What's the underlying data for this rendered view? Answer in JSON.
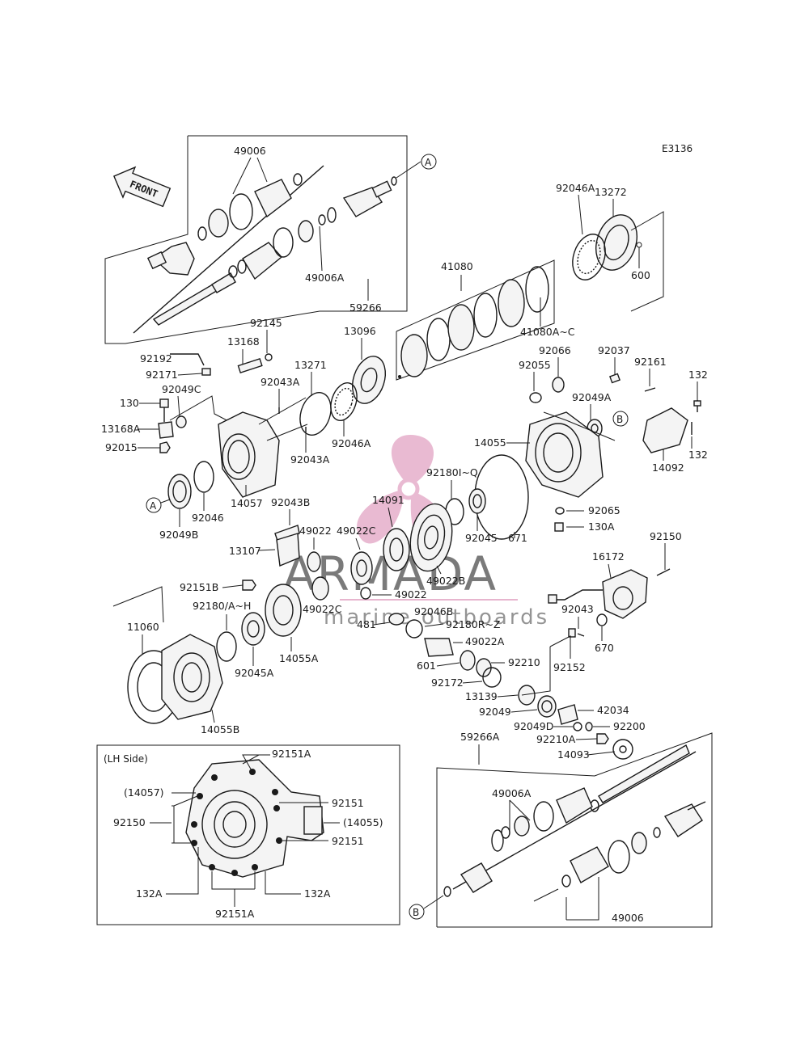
{
  "diagram": {
    "code": "E3136",
    "front_label": "FRONT",
    "lh_side_label": "(LH Side)",
    "ref_a": "A",
    "ref_b": "B",
    "colors": {
      "ink": "#1a1a1a",
      "watermark_pink": "#e2a3c3",
      "watermark_gray": "#555555"
    }
  },
  "watermark": {
    "title": "ARMADA",
    "subtitle": "marine outboards"
  },
  "parts": {
    "p49006_top": "49006",
    "p49006A_top": "49006A",
    "p59266": "59266",
    "p13272": "13272",
    "p92046A_top": "92046A",
    "p600": "600",
    "p41080": "41080",
    "p41080AC": "41080A~C",
    "p92145": "92145",
    "p13168": "13168",
    "p13096": "13096",
    "p92192": "92192",
    "p92171": "92171",
    "p13271": "13271",
    "p92043A_1": "92043A",
    "p92049C": "92049C",
    "p130": "130",
    "p13168A": "13168A",
    "p92015": "92015",
    "p92046A_mid": "92046A",
    "p92043A_2": "92043A",
    "p92066": "92066",
    "p92037": "92037",
    "p92055": "92055",
    "p92161": "92161",
    "p132_1": "132",
    "p92049A": "92049A",
    "p14055": "14055",
    "p132_2": "132",
    "p14092": "14092",
    "p92049B": "92049B",
    "p92046": "92046",
    "p14057": "14057",
    "p92043B": "92043B",
    "p14091": "14091",
    "p92180IQ": "92180I~Q",
    "p92065": "92065",
    "p130A": "130A",
    "p92045": "92045",
    "p671": "671",
    "p49022_1": "49022",
    "p49022C_1": "49022C",
    "p13107": "13107",
    "p49022B": "49022B",
    "p92150_r": "92150",
    "p16172": "16172",
    "p92151B": "92151B",
    "p49022_2": "49022",
    "p92180AH": "92180/A~H",
    "p92046B": "92046B",
    "p481": "481",
    "p92180RZ": "92180R~Z",
    "p49022C_2": "49022C",
    "p92043": "92043",
    "p11060": "11060",
    "p670": "670",
    "p14055A": "14055A",
    "p92045A": "92045A",
    "p49022A": "49022A",
    "p601": "601",
    "p92210": "92210",
    "p92152": "92152",
    "p92172": "92172",
    "p13139": "13139",
    "p14055B": "14055B",
    "p92049": "92049",
    "p42034": "42034",
    "p92049D": "92049D",
    "p92200": "92200",
    "p59266A": "59266A",
    "p92210A": "92210A",
    "p14093": "14093",
    "p92151A_top": "92151A",
    "p14057_paren": "(14057)",
    "p92151_1": "92151",
    "p92150_lh": "92150",
    "p14055_paren": "(14055)",
    "p92151_2": "92151",
    "p132A_l": "132A",
    "p132A_r": "132A",
    "p92151A_bot": "92151A",
    "p49006A_bot": "49006A",
    "p49006_bot": "49006"
  }
}
